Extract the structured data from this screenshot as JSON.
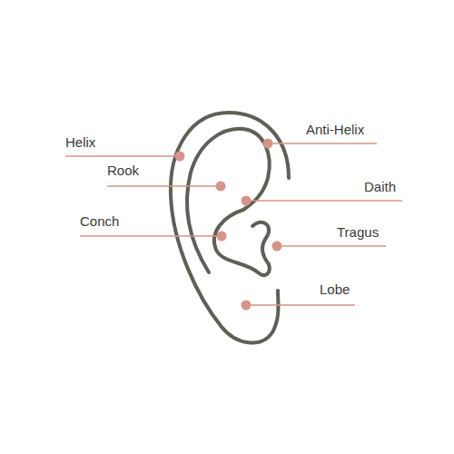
{
  "diagram": {
    "labels": [
      "Helix",
      "Anti-Helix",
      "Rook",
      "Daith",
      "Conch",
      "Tragus",
      "Lobe"
    ]
  }
}
